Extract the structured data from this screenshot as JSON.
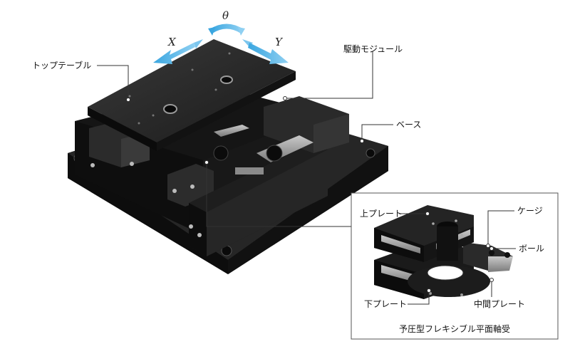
{
  "axes": {
    "theta": "θ",
    "x": "X",
    "y": "Y"
  },
  "labels": {
    "top_table": "トップテーブル",
    "drive_module": "駆動モジュール",
    "base": "ベース",
    "upper_plate": "上プレート",
    "cage": "ケージ",
    "ball": "ボール",
    "lower_plate": "下プレート",
    "middle_plate": "中間プレート"
  },
  "inset": {
    "caption": "予圧型フレキシブル平面軸受"
  },
  "colors": {
    "arrow": "#5bb7e8",
    "body": "#1c1c1c",
    "line": "#333333"
  }
}
